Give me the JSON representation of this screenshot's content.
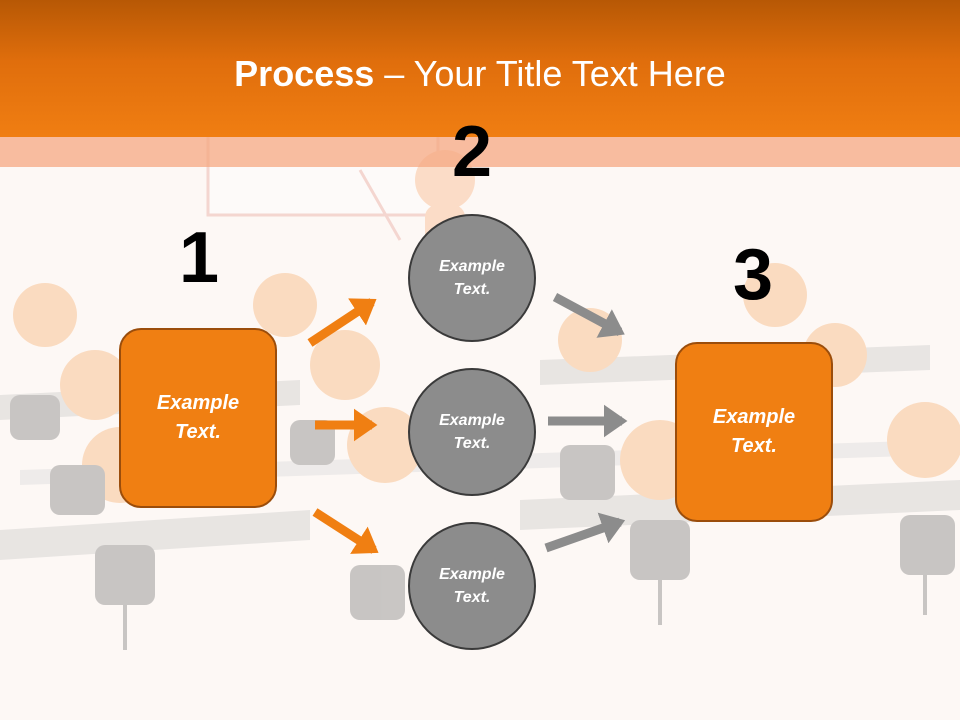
{
  "title": {
    "bold": "Process",
    "rest": " – Your Title Text Here"
  },
  "steps": [
    {
      "number": "1",
      "text": "Example Text."
    },
    {
      "number": "2",
      "text": "Example Text."
    },
    {
      "number": "3",
      "text": "Example Text."
    }
  ],
  "circles": [
    {
      "text": "Example Text."
    },
    {
      "text": "Example Text."
    },
    {
      "text": "Example Text."
    }
  ],
  "colors": {
    "header": "#f07e12",
    "box_fill": "#f07f12",
    "box_border": "#9b4d0b",
    "circle_fill": "#8c8c8c",
    "orange_arrow": "#f07f12",
    "gray_arrow": "#8c8c8c"
  },
  "background": "classroom-figures-illustration"
}
